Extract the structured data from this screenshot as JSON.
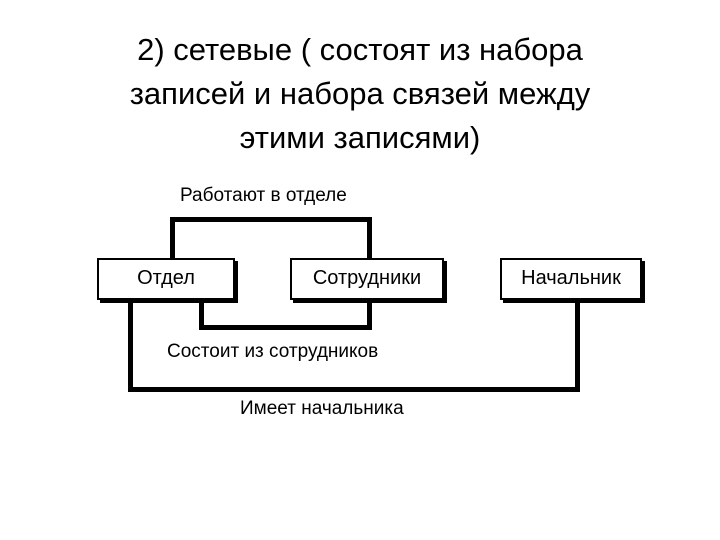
{
  "title": {
    "line1": "2) сетевые ( состоят из набора",
    "line2": "записей и набора связей между",
    "line3": "этими записями)"
  },
  "diagram": {
    "nodes": {
      "department": "Отдел",
      "employees": "Сотрудники",
      "manager": "Начальник"
    },
    "links": {
      "works_in": "Работают в отделе",
      "consists_of": "Состоит из сотрудников",
      "has_manager": "Имеет начальника"
    }
  }
}
